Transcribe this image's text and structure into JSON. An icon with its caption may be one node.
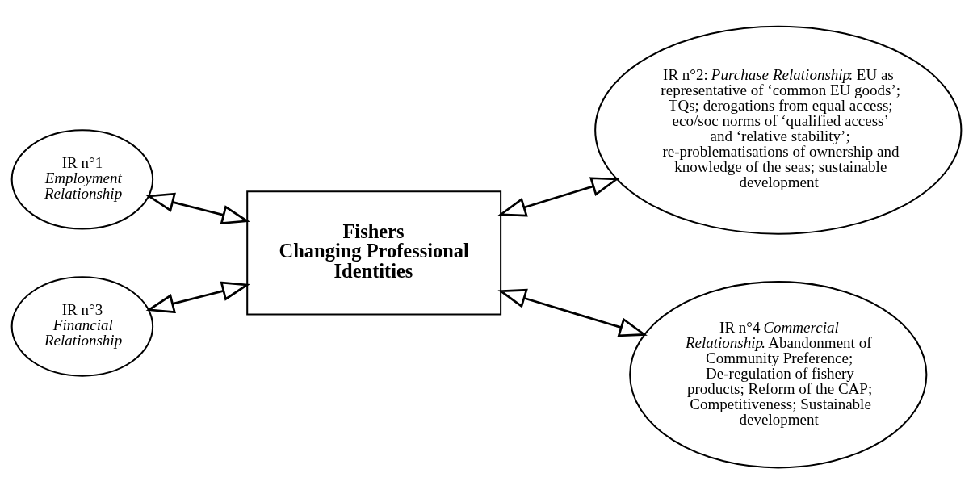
{
  "diagram": {
    "nodes": [
      {
        "text": [
          "IR n°1",
          "Employment Relationship"
        ]
      },
      {
        "text": [
          "IR n°2: *Purchase Relationship*: EU as representative of ‘common EU goods’; TQs; derogations from equal access; eco/soc norms of ‘qualified access’ and ‘relative stability’; re-problematisations of ownership and knowledge of the seas; sustainable development"
        ]
      },
      {
        "text": [
          "Fishers",
          "Changing Professional Identities"
        ]
      },
      {
        "text": [
          "IR n°3",
          "Financial Relationship"
        ]
      },
      {
        "text": [
          "IR n°4 *Commercial Relationship*. Abandonment of Community Preference; De-regulation of fishery products; Reform of the CAP; Competitiveness; Sustainable development"
        ]
      }
    ],
    "edges": [
      {
        "from": 0,
        "to": 2,
        "arrow": "both"
      },
      {
        "from": 2,
        "to": 1,
        "arrow": "both"
      },
      {
        "from": 3,
        "to": 2,
        "arrow": "both"
      },
      {
        "from": 2,
        "to": 4,
        "arrow": "both"
      }
    ]
  }
}
